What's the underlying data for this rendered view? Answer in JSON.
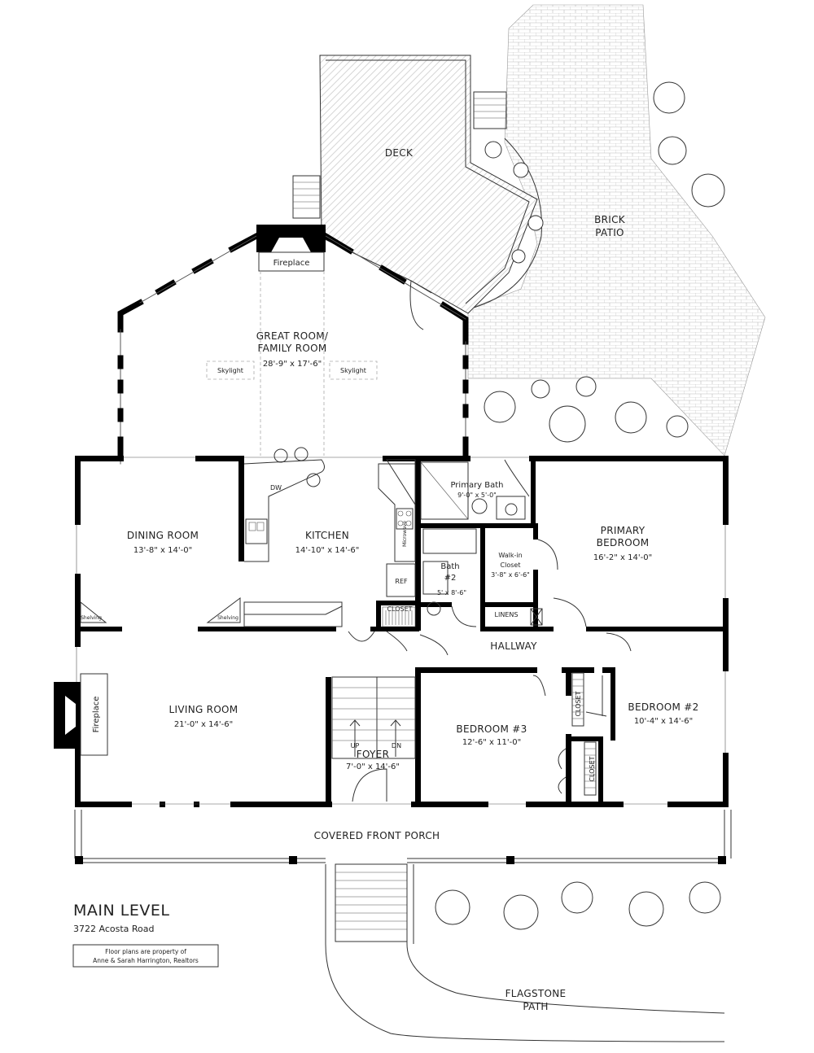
{
  "rooms": {
    "deck": "DECK",
    "brick_patio_1": "BRICK",
    "brick_patio_2": "PATIO",
    "fireplace_top": "Fireplace",
    "great_room_1": "GREAT ROOM/",
    "great_room_2": "FAMILY ROOM",
    "great_room_dim": "28'-9\" x 17'-6\"",
    "skylight_left": "Skylight",
    "skylight_right": "Skylight",
    "dining_room": "DINING ROOM",
    "dining_room_dim": "13'-8\" x 14'-0\"",
    "kitchen": "KITCHEN",
    "kitchen_dim": "14'-10\" x 14'-6\"",
    "dw": "DW",
    "microwave": "Microwave",
    "ref": "REF",
    "closet_kitchen": "CLOSET",
    "primary_bath": "Primary Bath",
    "primary_bath_dim": "9'-0\" x 5'-0\"",
    "bath2_1": "Bath",
    "bath2_2": "#2",
    "bath2_dim": "5' x 8'-6\"",
    "walk_in_1": "Walk-in",
    "walk_in_2": "Closet",
    "walk_in_dim": "3'-8\" x 6'-6\"",
    "linens": "LINENS",
    "primary_bedroom_1": "PRIMARY",
    "primary_bedroom_2": "BEDROOM",
    "primary_bedroom_dim": "16'-2\" x 14'-0\"",
    "shelving_left": "Shelving",
    "shelving_right": "Shelving",
    "hallway": "HALLWAY",
    "living_room": "LIVING ROOM",
    "living_room_dim": "21'-0\" x 14'-6\"",
    "fireplace_left": "Fireplace",
    "up": "UP",
    "dn": "DN",
    "foyer": "FOYER",
    "foyer_dim": "7'-0\" x 14'-6\"",
    "bedroom3": "BEDROOM #3",
    "bedroom3_dim": "12'-6\" x 11'-0\"",
    "closet_a": "CLOSET",
    "closet_b": "CLOSET",
    "bedroom2": "BEDROOM #2",
    "bedroom2_dim": "10'-4\" x 14'-6\"",
    "porch": "COVERED FRONT PORCH",
    "flagstone_1": "FLAGSTONE",
    "flagstone_2": "PATH"
  },
  "title_block": {
    "title": "MAIN LEVEL",
    "address": "3722 Acosta Road",
    "disclaimer_1": "Floor plans are property of",
    "disclaimer_2": "Anne & Sarah Harrington, Realtors"
  }
}
